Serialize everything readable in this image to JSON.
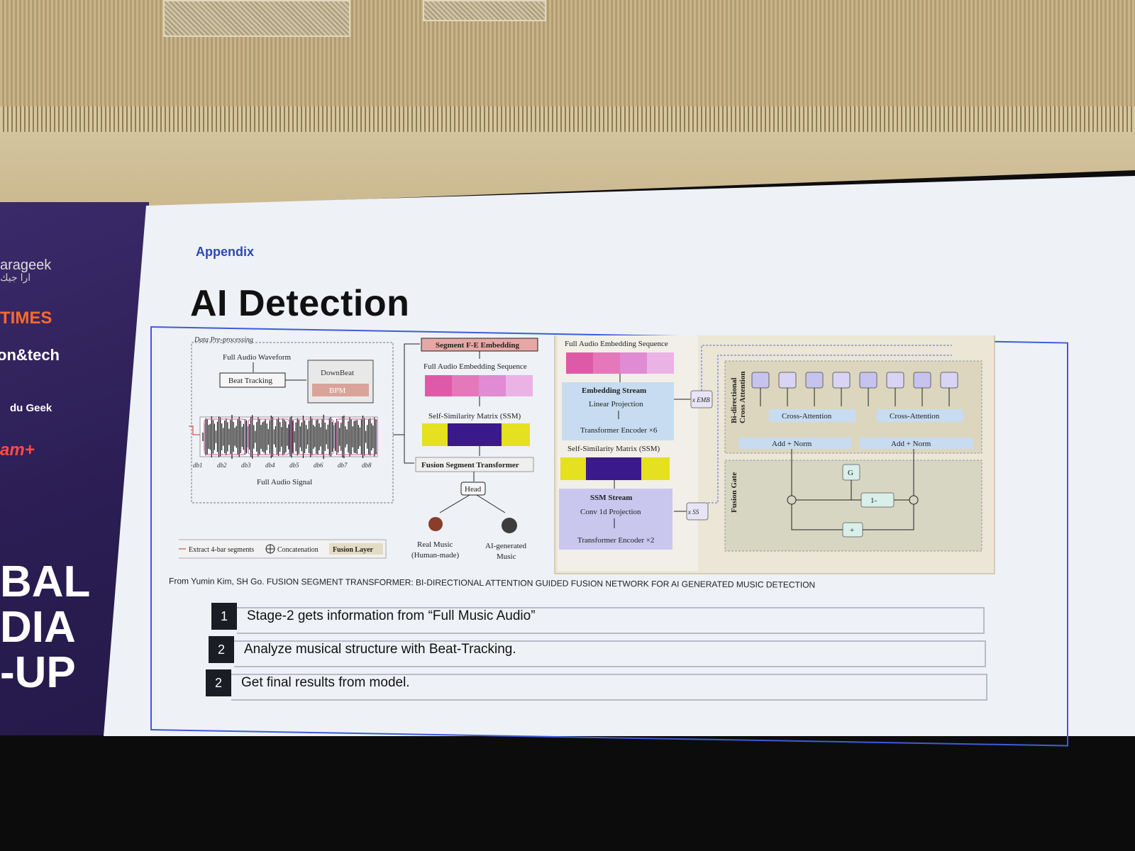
{
  "sidebar": {
    "sponsors": [
      "arageek",
      "ارا جيك",
      "TIMES",
      "on&tech",
      "du Geek",
      "am+"
    ],
    "banner_lines": [
      "BAL",
      "DIA",
      "-UP"
    ]
  },
  "slide": {
    "section": "Appendix",
    "title": "AI Detection",
    "citation": "From Yumin Kim, SH Go. FUSION SEGMENT TRANSFORMER: BI-DIRECTIONAL ATTENTION GUIDED FUSION NETWORK FOR AI GENERATED MUSIC DETECTION",
    "steps": [
      {
        "num": "1",
        "text": "Stage-2 gets information from “Full Music Audio”"
      },
      {
        "num": "2",
        "text": "Analyze musical structure with Beat-Tracking."
      },
      {
        "num": "2",
        "text": "Get final results from model."
      }
    ]
  },
  "diagram": {
    "pre": {
      "title": "Data Pre-processing",
      "waveform": "Full Audio Waveform",
      "beat": "Beat Tracking",
      "downbeat": "DownBeat",
      "bpm": "BPM",
      "db_labels": [
        "db1",
        "db2",
        "db3",
        "db4",
        "db5",
        "db6",
        "db7",
        "db8"
      ],
      "signal": "Full Audio Signal"
    },
    "legend": {
      "extract": "Extract 4-bar segments",
      "concat": "Concatenation",
      "fusion": "Fusion Layer"
    },
    "mid": {
      "seg": "Segment F-E Embedding",
      "fullseq": "Full Audio Embedding Sequence",
      "ssm": "Self-Similarity Matrix (SSM)",
      "fst": "Fusion Segment Transformer",
      "head": "Head",
      "real": "Real Music",
      "real2": "(Human-made)",
      "ai": "AI-generated",
      "ai2": "Music"
    },
    "right": {
      "fullseq": "Full Audio Embedding Sequence",
      "emb_stream": "Embedding Stream",
      "linear": "Linear Projection",
      "tenc6": "Transformer Encoder ×6",
      "ssm": "Self-Similarity Matrix (SSM)",
      "ssm_stream": "SSM Stream",
      "conv": "Conv 1d Projection",
      "tenc2": "Transformer Encoder ×2",
      "xemb": "x EMB",
      "xss": "x SS",
      "bidir1": "Bi-directional",
      "bidir2": "Cross Attention",
      "cross1": "Cross-Attention",
      "cross2": "Cross-Attention",
      "addnorm1": "Add + Norm",
      "addnorm2": "Add + Norm",
      "gate": "Fusion Gate",
      "g": "G",
      "one_minus": "1-",
      "plus": "+"
    },
    "colors": {
      "pink": "#e06cb0",
      "purple": "#3a1a8a",
      "yellow": "#e5e020",
      "blue_box": "#c7dcf0",
      "tan_bg": "#e3dcc4"
    }
  }
}
